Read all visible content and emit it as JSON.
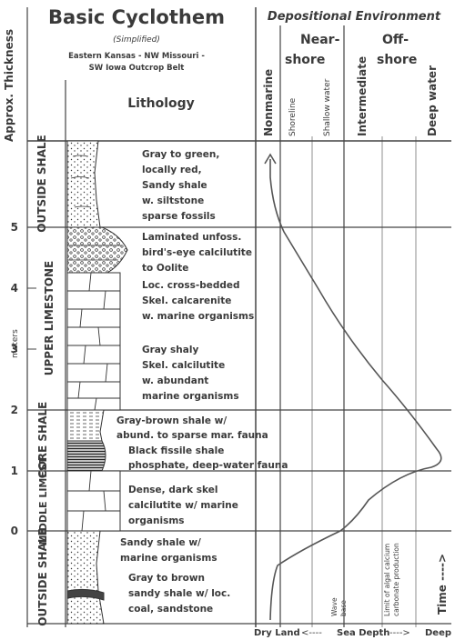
{
  "header": {
    "title": "Basic Cyclothem",
    "subtitle": "(Simplified)",
    "region_line1": "Eastern Kansas - NW Missouri -",
    "region_line2": "SW Iowa Outcrop Belt",
    "lithology_label": "Lithology",
    "depositional_environment": "Depositional Environment",
    "thickness_label": "Approx. Thickness",
    "meters_label": "meters"
  },
  "environments": {
    "nonmarine": "Nonmarine",
    "nearshore_1": "Near-",
    "nearshore_2": "shore",
    "shoreline": "Shoreline",
    "shallow_water": "Shallow water",
    "intermediate": "Intermediate",
    "offshore_1": "Off-",
    "offshore_2": "shore",
    "deep_water": "Deep water"
  },
  "scale": {
    "ticks": [
      "0",
      "1",
      "2",
      "3",
      "4",
      "5"
    ]
  },
  "units": [
    {
      "name": "OUTSIDE SHALE"
    },
    {
      "name": "UPPER LIMESTONE"
    },
    {
      "name": "CORE SHALE"
    },
    {
      "name": "MIDDLE LIMEST"
    },
    {
      "name": "OUTSIDE SHALE"
    }
  ],
  "descriptions": {
    "outside_top": [
      "Gray to green,",
      "locally red,",
      "Sandy shale",
      "w. siltstone",
      "sparse fossils"
    ],
    "upper_ls_a": [
      "Laminated unfoss.",
      "bird's-eye calcilutite",
      "to Oolite"
    ],
    "upper_ls_b": [
      "Loc. cross-bedded",
      "Skel. calcarenite",
      "w. marine organisms"
    ],
    "upper_ls_c": [
      "Gray shaly",
      "Skel. calcilutite",
      "w. abundant",
      "marine organisms"
    ],
    "core_a": [
      "Gray-brown shale w/",
      "abund. to sparse mar. fauna"
    ],
    "core_b": [
      "Black fissile shale",
      "phosphate, deep-water fauna"
    ],
    "middle_ls": [
      "Dense, dark skel",
      "calcilutite w/ marine",
      "organisms"
    ],
    "outside_bottom_a": [
      "Sandy shale w/",
      "marine organisms"
    ],
    "outside_bottom_b": [
      "Gray to brown",
      "sandy shale w/ loc.",
      "coal, sandstone"
    ]
  },
  "annotations": {
    "wave_base_1": "Wave",
    "wave_base_2": "base",
    "algal_limit_1": "Limit of algal calcium",
    "algal_limit_2": "carbonate production",
    "time": "Time ---->"
  },
  "axis": {
    "left": "Dry Land",
    "mid_arrow_left": "<----",
    "middle": "Sea Depth",
    "mid_arrow_right": "---->",
    "right": "Deep"
  }
}
